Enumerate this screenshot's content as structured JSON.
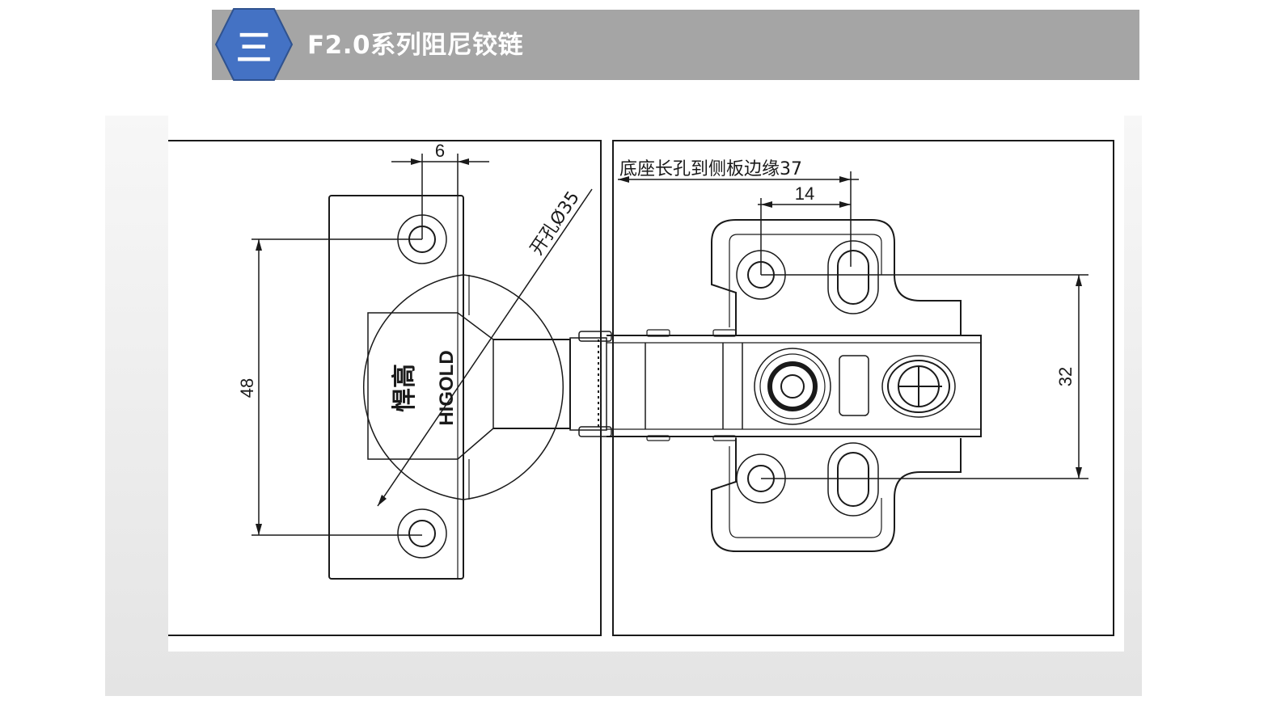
{
  "header": {
    "section_number": "三",
    "title": "F2.0系列阻尼铰链"
  },
  "diagram": {
    "subject": "hinge technical drawing",
    "brand_logo_cn": "悍高",
    "brand_logo_en": "HIGOLD",
    "dimensions": {
      "hole_offset": "6",
      "cup_hole": "开孔Ø35",
      "screw_spacing_left": "48",
      "base_slot_to_edge": "底座长孔到侧板边缘37",
      "base_hole_spacing": "14",
      "base_vertical_spacing": "32"
    }
  },
  "colors": {
    "header_bg": "#a5a5a5",
    "hex_fill": "#4472c4",
    "hex_stroke": "#2f528f",
    "line": "#1a1a1a"
  }
}
